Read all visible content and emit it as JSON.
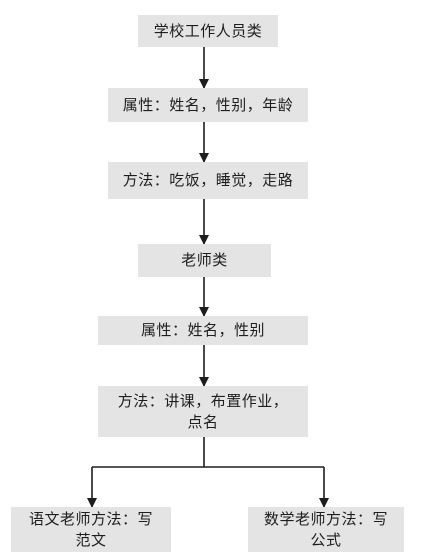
{
  "nodes": {
    "school_staff_class": "学校工作人员类",
    "staff_attributes": "属性：姓名，性别，年龄",
    "staff_methods": "方法：吃饭，睡觉，走路",
    "teacher_class": "老师类",
    "teacher_attributes": "属性：姓名，性别",
    "teacher_methods_line1": "方法：讲课，布置作业，",
    "teacher_methods_line2": "点名",
    "chinese_teacher_line1": "语文老师方法：写",
    "chinese_teacher_line2": "范文",
    "math_teacher_line1": "数学老师方法：写",
    "math_teacher_line2": "公式"
  }
}
